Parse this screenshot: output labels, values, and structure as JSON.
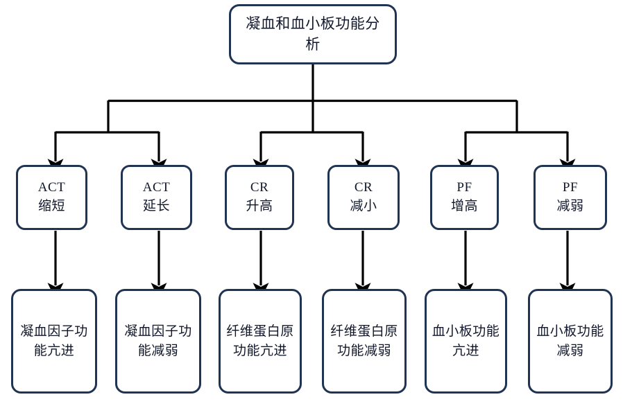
{
  "diagram": {
    "title": "凝血和血小板功能分析",
    "root": {
      "id": "root",
      "label": "凝血和血小板功能分析"
    },
    "middle_nodes": [
      {
        "id": "mid-0",
        "label": "ACT\n缩短"
      },
      {
        "id": "mid-1",
        "label": "ACT\n延长"
      },
      {
        "id": "mid-2",
        "label": "CR\n升高"
      },
      {
        "id": "mid-3",
        "label": "CR\n减小"
      },
      {
        "id": "mid-4",
        "label": "PF\n增高"
      },
      {
        "id": "mid-5",
        "label": "PF\n减弱"
      }
    ],
    "leaf_nodes": [
      {
        "id": "leaf-0",
        "label": "凝血因子功能亢进"
      },
      {
        "id": "leaf-1",
        "label": "凝血因子功能减弱"
      },
      {
        "id": "leaf-2",
        "label": "纤维蛋白原功能亢进"
      },
      {
        "id": "leaf-3",
        "label": "纤维蛋白原功能减弱"
      },
      {
        "id": "leaf-4",
        "label": "血小板功能亢进"
      },
      {
        "id": "leaf-5",
        "label": "血小板功能减弱"
      }
    ],
    "colors": {
      "node_border": "#1f3352",
      "node_fill": "#ffffff",
      "connector": "#000000",
      "text": "#10172b",
      "background": "#ffffff"
    }
  }
}
